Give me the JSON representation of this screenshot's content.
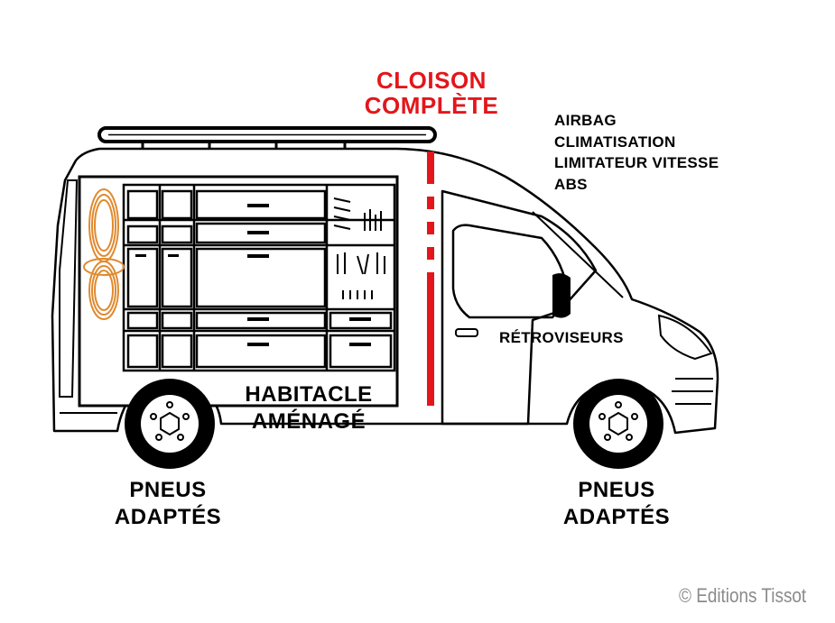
{
  "labels": {
    "partition": [
      "CLOISON",
      "COMPLÈTE"
    ],
    "equipment": [
      "AIRBAG",
      "CLIMATISATION",
      "LIMITATEUR VITESSE",
      "ABS"
    ],
    "mirrors": "RÉTROVISEURS",
    "cabin": [
      "HABITACLE",
      "AMÉNAGÉ"
    ],
    "rear_tires": [
      "PNEUS",
      "ADAPTÉS"
    ],
    "front_tires": [
      "PNEUS",
      "ADAPTÉS"
    ]
  },
  "credit": "© Editions Tissot",
  "colors": {
    "partition": "#e3161b",
    "cable": "#e08a2e",
    "outline": "#000000",
    "credit": "#8a8a8a"
  },
  "icons": [
    "roof-rack-icon",
    "cable-reel-icon",
    "tool-rack-icon",
    "wheel-hub-icon",
    "side-mirror-icon"
  ]
}
